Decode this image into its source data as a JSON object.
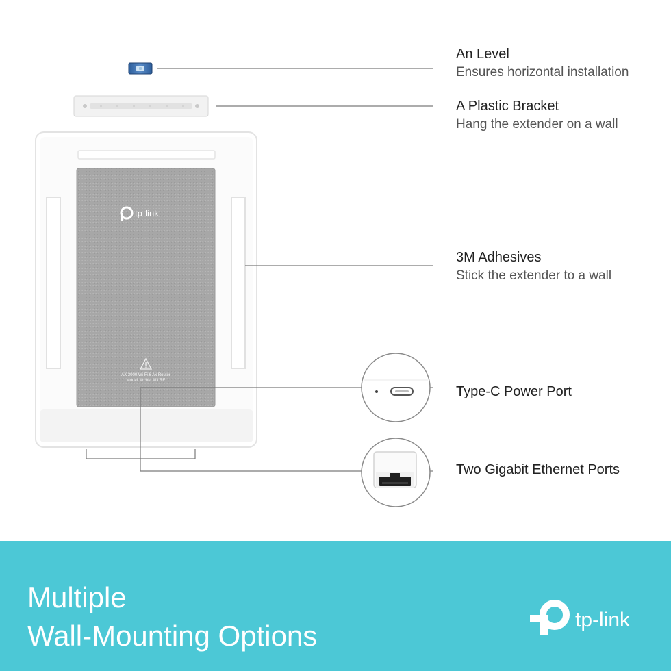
{
  "callouts": {
    "level": {
      "title": "An Level",
      "subtitle": "Ensures horizontal installation"
    },
    "bracket": {
      "title": "A Plastic Bracket",
      "subtitle": "Hang the extender on a wall"
    },
    "adhesive": {
      "title": "3M Adhesives",
      "subtitle": "Stick the extender to a wall"
    },
    "power": {
      "title": "Type-C Power Port"
    },
    "ethernet": {
      "title": "Two Gigabit Ethernet Ports"
    }
  },
  "device": {
    "logo_text": "tp-link",
    "label_line1": "AX 3000 Wi-Fi 6 Ax Router",
    "label_line2": "Model: Archer AU RE"
  },
  "banner": {
    "line1": "Multiple",
    "line2": "Wall-Mounting Options",
    "brand": "tp-link"
  },
  "colors": {
    "banner_bg": "#4cc8d6",
    "fabric": "#a9a9a9",
    "leader": "#7a7a7a"
  },
  "icons": {
    "logo": "tp-link-logo",
    "warning": "warning-triangle-icon"
  }
}
